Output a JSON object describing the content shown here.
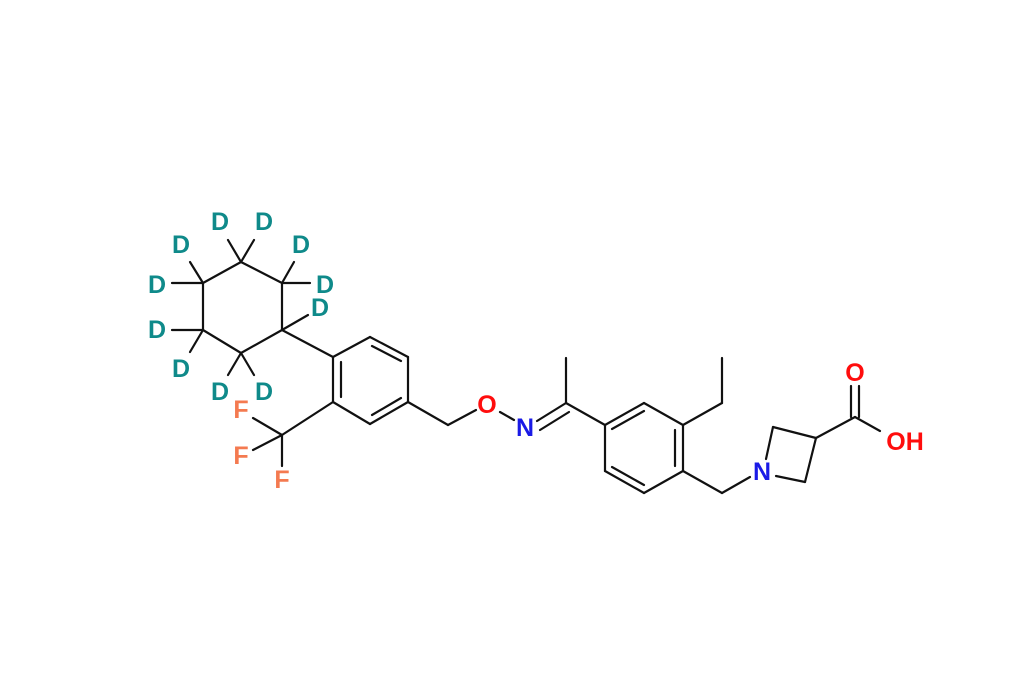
{
  "colors": {
    "D": "#0f8a8a",
    "F": "#f47a50",
    "O": "#ff0d0d",
    "N": "#1a1ae6",
    "bond": "#111111"
  },
  "atoms": {
    "deuterium": [
      "D",
      "D",
      "D",
      "D",
      "D",
      "D",
      "D",
      "D",
      "D",
      "D",
      "D"
    ],
    "fluorine": [
      "F",
      "F",
      "F"
    ],
    "ether_oxygen": "O",
    "oxime_nitrogen": "N",
    "azetidine_nitrogen": "N",
    "carbonyl_oxygen": "O",
    "hydroxyl": "OH"
  }
}
